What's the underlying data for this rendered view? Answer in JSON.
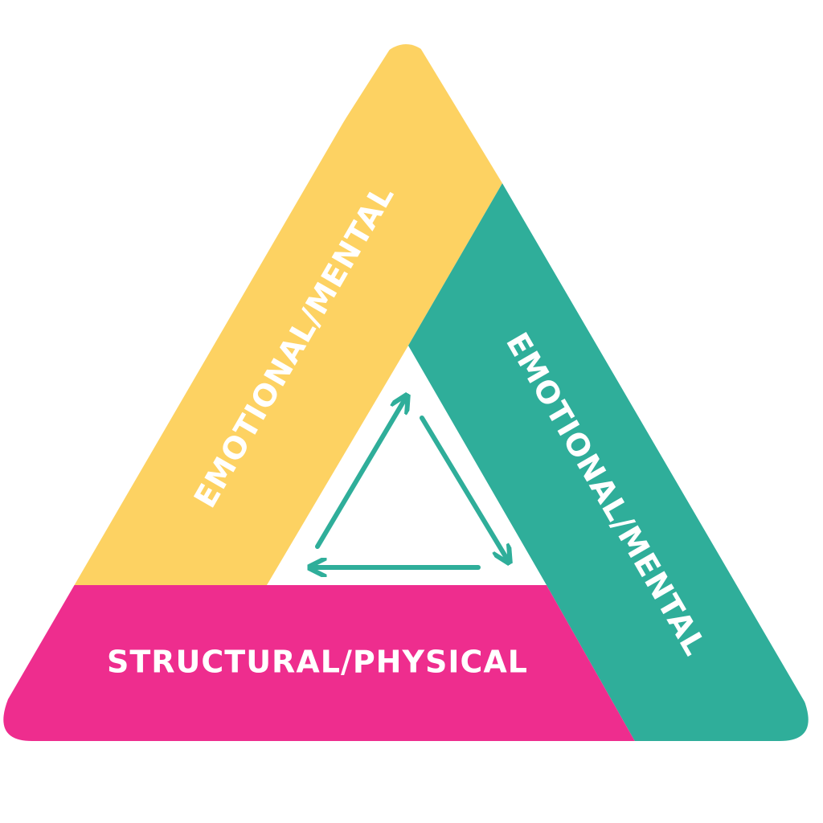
{
  "colors": {
    "yellow": "#fdd262",
    "teal": "#2fae9a",
    "pink": "#ee2d8e",
    "arrow": "#2fae9a",
    "text": "#ffffff"
  },
  "segments": {
    "left": {
      "label": "EMOTIONAL/MENTAL"
    },
    "right": {
      "label": "EMOTIONAL/MENTAL"
    },
    "bottom": {
      "label": "STRUCTURAL/PHYSICAL"
    }
  },
  "center": {
    "icon": "cycle-arrows-icon"
  }
}
